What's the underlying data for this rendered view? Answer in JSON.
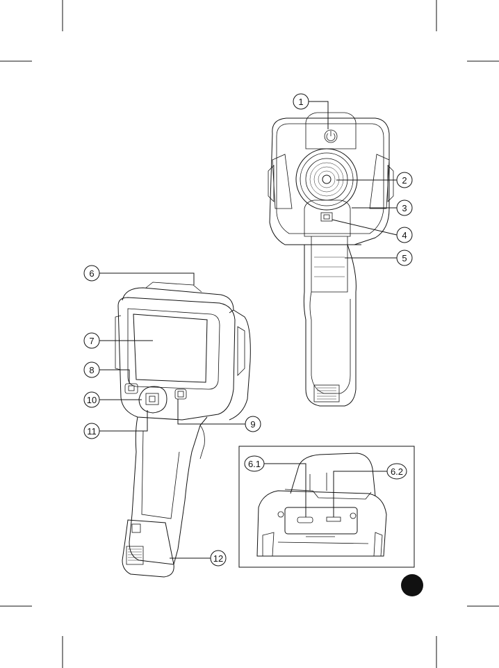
{
  "diagram": {
    "callouts_top_device": [
      "1",
      "2",
      "3",
      "4",
      "5"
    ],
    "callouts_front_device": [
      "6",
      "7",
      "8",
      "9",
      "10",
      "11",
      "12"
    ],
    "callouts_inset": [
      "6.1",
      "6.2"
    ]
  },
  "colors": {
    "ink": "#111111",
    "page_badge": "#111111",
    "background": "#ffffff"
  }
}
